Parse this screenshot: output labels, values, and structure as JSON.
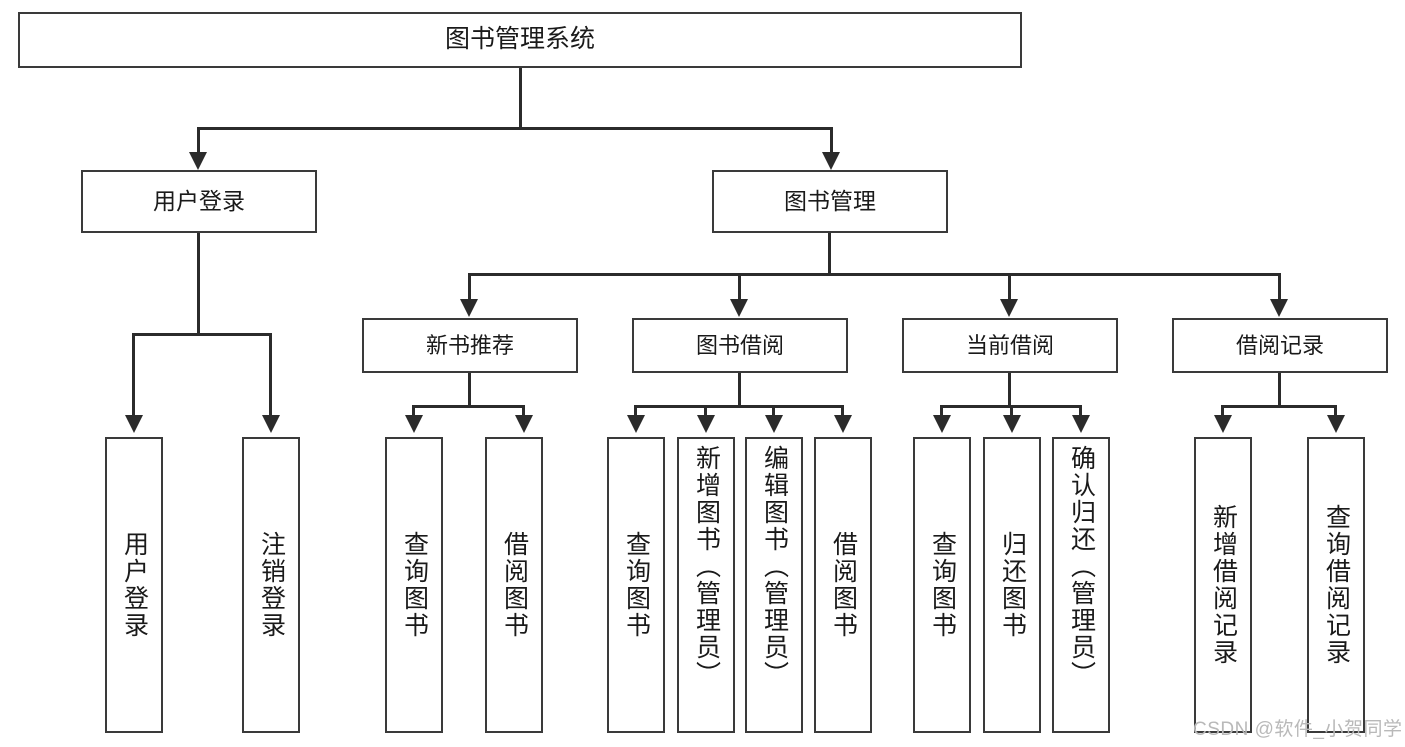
{
  "diagram": {
    "type": "tree-hierarchy",
    "title": "图书管理系统",
    "root": {
      "id": "root",
      "label": "图书管理系统",
      "level": 0
    },
    "level1": [
      {
        "id": "user-login",
        "label": "用户登录"
      },
      {
        "id": "book-manage",
        "label": "图书管理"
      }
    ],
    "level2": [
      {
        "id": "new-book-recommend",
        "label": "新书推荐",
        "parent": "book-manage"
      },
      {
        "id": "book-borrow",
        "label": "图书借阅",
        "parent": "book-manage"
      },
      {
        "id": "current-borrow",
        "label": "当前借阅",
        "parent": "book-manage"
      },
      {
        "id": "borrow-record",
        "label": "借阅记录",
        "parent": "book-manage"
      }
    ],
    "leaves": [
      {
        "id": "leaf-user-login",
        "label": "用户登录",
        "parent": "user-login"
      },
      {
        "id": "leaf-logout-login",
        "label": "注销登录",
        "parent": "user-login"
      },
      {
        "id": "leaf-query-book-1",
        "label": "查询图书",
        "parent": "new-book-recommend"
      },
      {
        "id": "leaf-borrow-book-1",
        "label": "借阅图书",
        "parent": "new-book-recommend"
      },
      {
        "id": "leaf-query-book-2",
        "label": "查询图书",
        "parent": "book-borrow"
      },
      {
        "id": "leaf-add-book",
        "label": "新增图书（管理员）",
        "parent": "book-borrow"
      },
      {
        "id": "leaf-edit-book",
        "label": "编辑图书（管理员）",
        "parent": "book-borrow"
      },
      {
        "id": "leaf-borrow-book-2",
        "label": "借阅图书",
        "parent": "book-borrow"
      },
      {
        "id": "leaf-query-book-3",
        "label": "查询图书",
        "parent": "current-borrow"
      },
      {
        "id": "leaf-return-book",
        "label": "归还图书",
        "parent": "current-borrow"
      },
      {
        "id": "leaf-confirm-return",
        "label": "确认归还（管理员）",
        "parent": "current-borrow"
      },
      {
        "id": "leaf-add-record",
        "label": "新增借阅记录",
        "parent": "borrow-record"
      },
      {
        "id": "leaf-query-record",
        "label": "查询借阅记录",
        "parent": "borrow-record"
      }
    ]
  },
  "watermark": {
    "text": "CSDN @软件_小贺同学"
  },
  "colors": {
    "box_border": "#3a3a3a",
    "connector": "#2b2b2b",
    "background": "#ffffff",
    "text": "#1a1a1a",
    "watermark": "#b9b9b9"
  }
}
